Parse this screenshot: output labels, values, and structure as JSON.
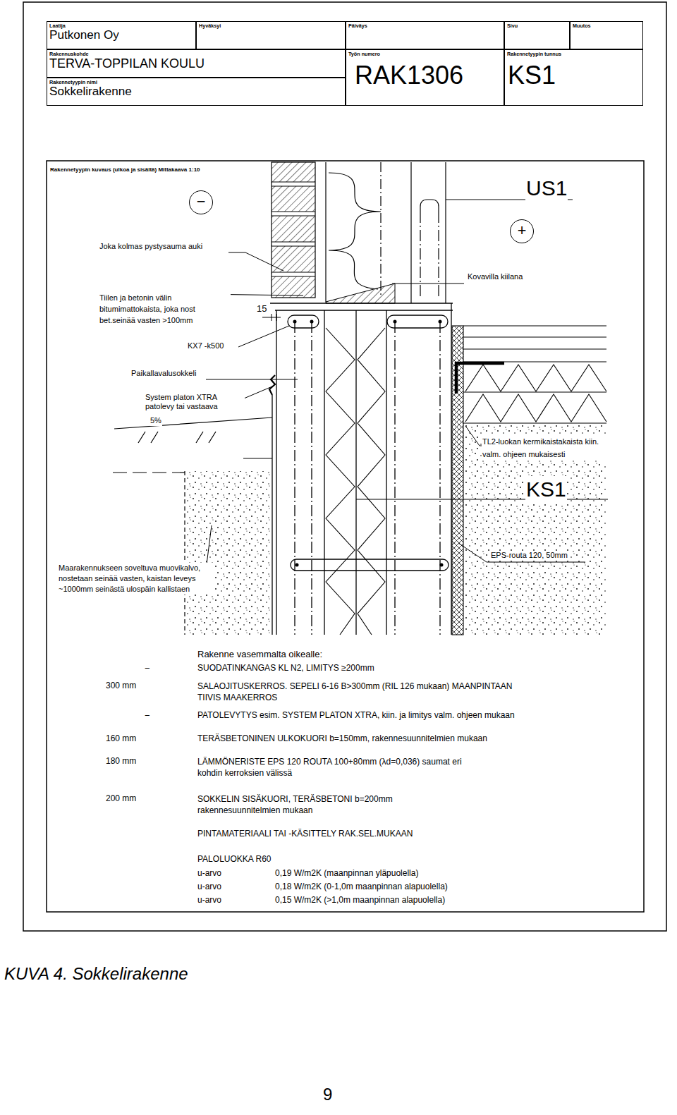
{
  "diagram": {
    "caption": "KUVA 4. Sokkelirakenne",
    "nodes": [
      {
        "text": [
          "Laatija",
          "Putkonen Oy"
        ]
      },
      {
        "text": [
          "Hyväksyi"
        ]
      },
      {
        "text": [
          "Päiväys"
        ]
      },
      {
        "text": [
          "Sivu"
        ]
      },
      {
        "text": [
          "Muutos"
        ]
      },
      {
        "text": [
          "Rakennuskohde",
          "TERVA-TOPPILAN KOULU"
        ]
      },
      {
        "text": [
          "Rakennetyypin nimi",
          "Sokkelirakenne"
        ]
      },
      {
        "text": [
          "Työn numero",
          "RAK1306"
        ]
      },
      {
        "text": [
          "Rakennetyypin tunnus",
          "KS1"
        ]
      },
      {
        "text": [
          "−"
        ]
      },
      {
        "text": [
          "+"
        ]
      }
    ],
    "labels": [
      "Rakennetyypin kuvaus (ulkoa ja sisältä) Mittakaava 1:10",
      "US1",
      "Joka kolmas pystysauma auki",
      "Tiilen ja betonin välin bitumimattokaista, joka nost bet.seinää vasten >100mm",
      "Kovavilla kiilana",
      "15",
      "KX7 -k500",
      "Paikallavalusokkeli",
      "System platon XTRA patolevy tai vastaava",
      "5%",
      "TL2-luokan kermikaistakaista kiin. valm. ohjeen mukaisesti",
      "KS1",
      "EPS-routa 120, 50mm",
      "Maarakennukseen soveltuva muovikalvo, nostetaan seinää vasten, kaistan leveys ~1000mm seinästä ulospäin kallistaen",
      "Rakenne vasemmalta oikealle:",
      "−",
      "SUODATINKANGAS KL N2, LIMITYS ≥200mm",
      "300 mm",
      "SALAOJITUSKERROS. SEPELI 6-16 B>300mm (RIL 126 mukaan) MAANPINTAAN TIIVIS MAAKERROS",
      "−",
      "PATOLEVYTYS esim. SYSTEM PLATON XTRA, kiin. ja limitys valm. ohjeen mukaan",
      "160 mm",
      "TERÄSBETONINEN ULKOKUORI b=150mm, rakennesuunnitelmien mukaan",
      "180 mm",
      "LÄMMÖNERISTE EPS 120 ROUTA 100+80mm (λd=0,036) saumat eri kohdin kerroksien välissä",
      "200 mm",
      "SOKKELIN SISÄKUORI, TERÄSBETONI b=200mm rakennesuunnitelmien mukaan",
      "PINTAMATERIAALI TAI -KÄSITTELY RAK.SEL.MUKAAN",
      "PALOLUOKKA R60",
      "u-arvo",
      "0,19 W/m2K (maanpinnan yläpuolella)",
      "u-arvo",
      "0,18 W/m2K (0-1,0m maanpinnan alapuolella)",
      "u-arvo",
      "0,15 W/m2K (>1,0m maanpinnan alapuolella)",
      "9"
    ]
  }
}
